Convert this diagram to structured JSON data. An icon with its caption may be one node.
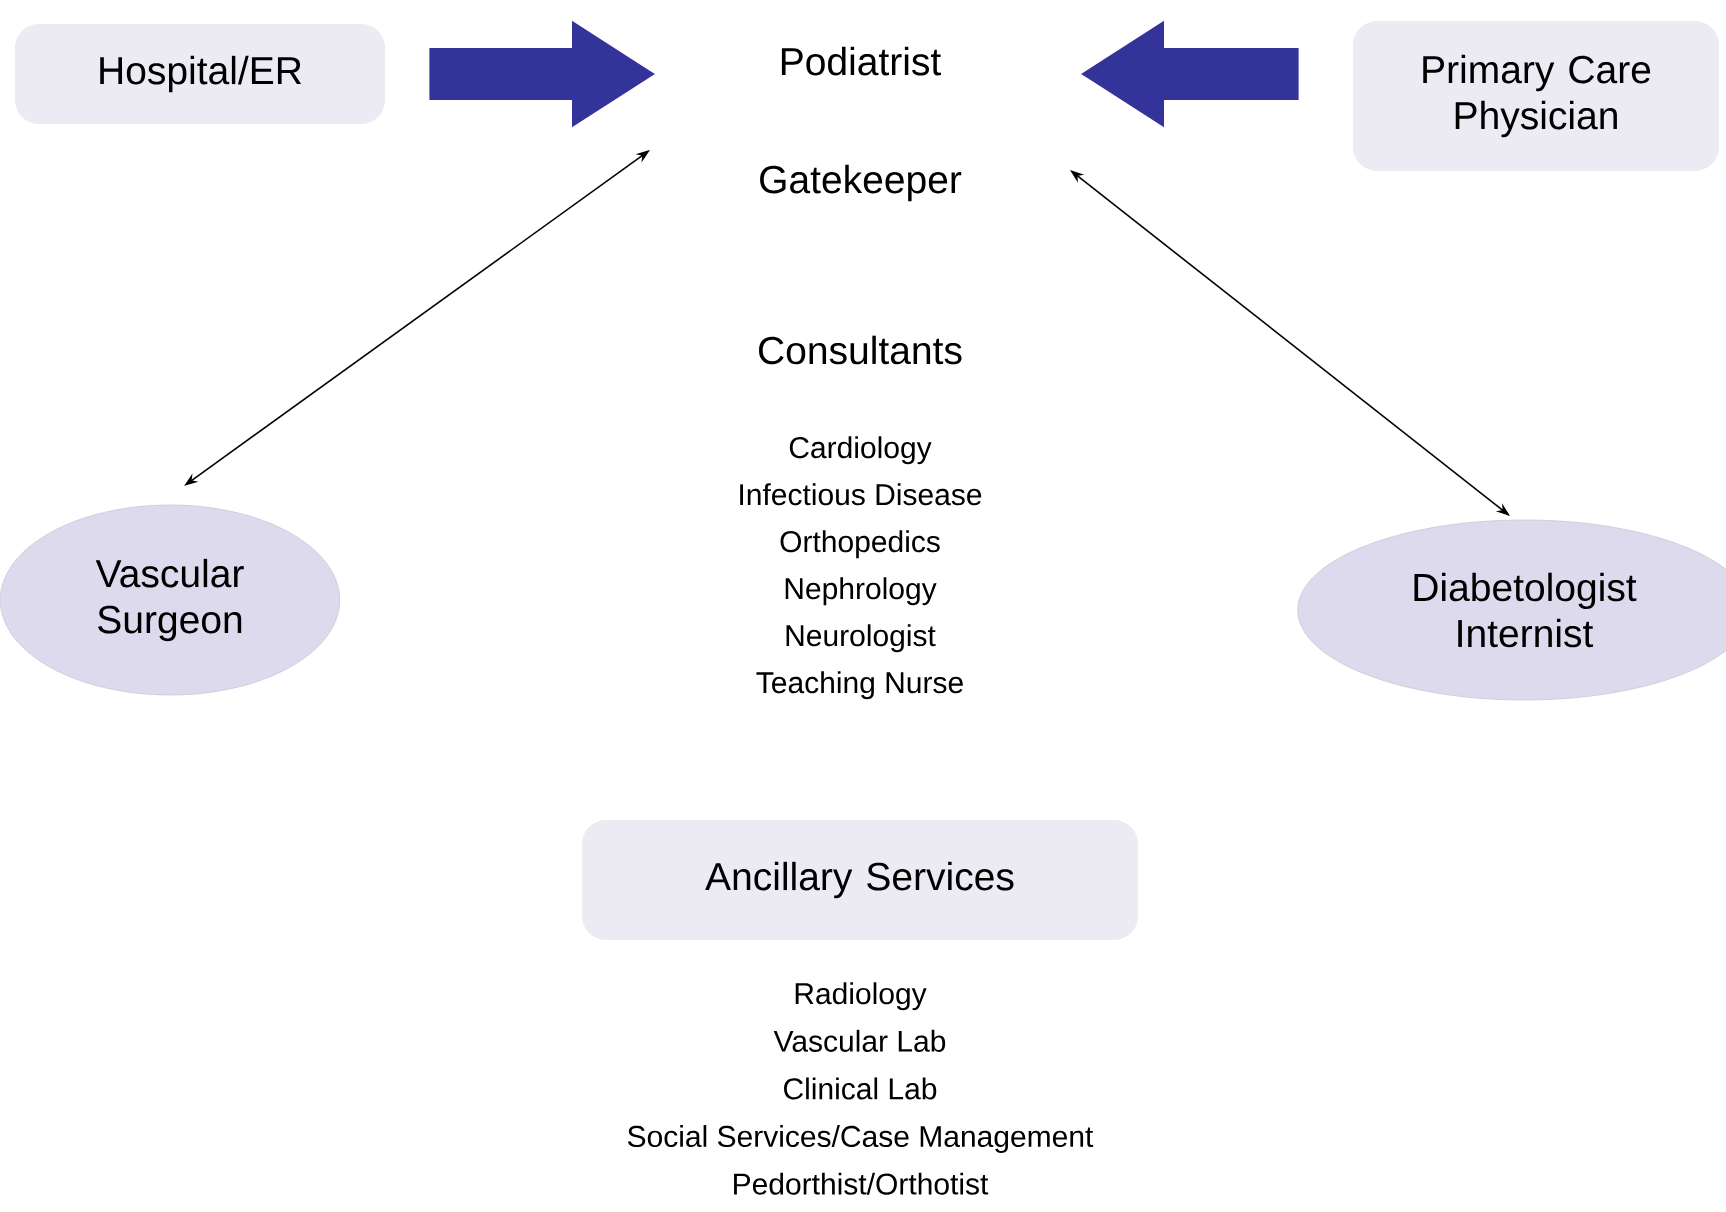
{
  "diagram": {
    "nodes": [
      {
        "text": [
          "Hospital/ER"
        ]
      },
      {
        "text": [
          "Podiatrist",
          "Gatekeeper"
        ]
      },
      {
        "text": [
          "Primary Care Physician"
        ]
      },
      {
        "text": [
          "Vascular Surgeon"
        ]
      },
      {
        "text": [
          "Diabetologist Internist"
        ]
      },
      {
        "text": [
          "Ancillary Services"
        ],
        "beside": [
          "Radiology",
          "Vascular Lab",
          "Clinical Lab",
          "Social Services/Case Management",
          "Pedorthist/Orthotist"
        ]
      }
    ],
    "edges": [
      {
        "from": 0,
        "to": 1,
        "arrow": "to",
        "style": "thick",
        "color": "#333399"
      },
      {
        "from": 2,
        "to": 1,
        "arrow": "to",
        "style": "thick",
        "color": "#333399"
      },
      {
        "from": 1,
        "to": 3,
        "arrow": "both",
        "color": "#000000"
      },
      {
        "from": 1,
        "to": 4,
        "arrow": "both",
        "color": "#000000"
      }
    ],
    "labels": [
      "Consultants",
      "Cardiology",
      "Infectious Disease",
      "Orthopedics",
      "Nephrology",
      "Neurologist",
      "Teaching Nurse"
    ]
  }
}
